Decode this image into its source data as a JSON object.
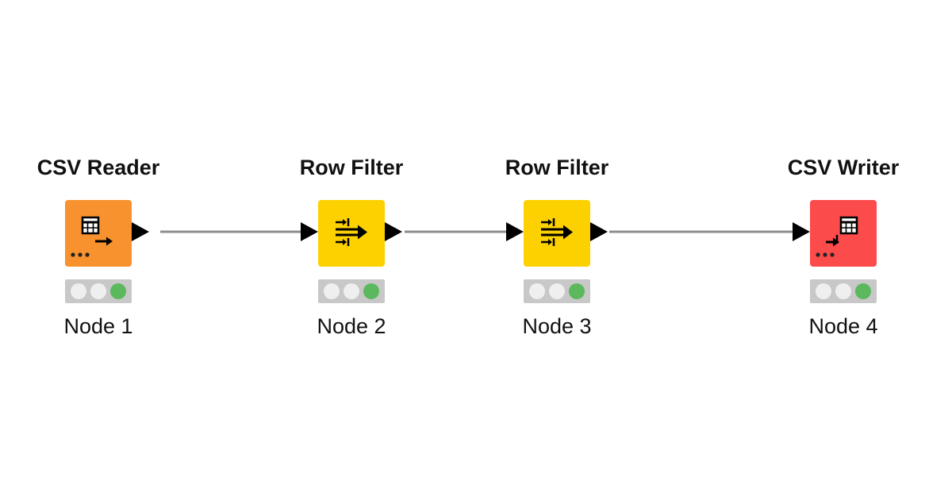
{
  "workflow": {
    "nodes": [
      {
        "title": "CSV Reader",
        "label": "Node 1",
        "type": "source",
        "color": "#f7922e",
        "icon": "table-export-icon",
        "status": "executed",
        "status_color": "#5cb85c"
      },
      {
        "title": "Row Filter",
        "label": "Node 2",
        "type": "manipulator",
        "color": "#fdd100",
        "icon": "row-filter-icon",
        "status": "executed",
        "status_color": "#5cb85c"
      },
      {
        "title": "Row Filter",
        "label": "Node 3",
        "type": "manipulator",
        "color": "#fdd100",
        "icon": "row-filter-icon",
        "status": "executed",
        "status_color": "#5cb85c"
      },
      {
        "title": "CSV Writer",
        "label": "Node 4",
        "type": "sink",
        "color": "#fb4b4b",
        "icon": "table-import-icon",
        "status": "executed",
        "status_color": "#5cb85c"
      }
    ],
    "connection_color": "#8c8c8c",
    "port_color": "#000000"
  }
}
